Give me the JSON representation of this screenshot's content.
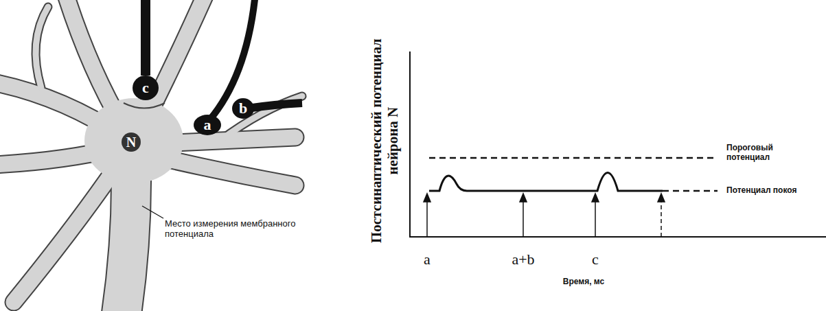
{
  "diagram": {
    "nodes": [
      {
        "text": [
          "c"
        ]
      },
      {
        "text": [
          "b"
        ]
      },
      {
        "text": [
          "a"
        ]
      },
      {
        "text": [
          "N"
        ]
      }
    ],
    "labels": [
      "Место измерения мембранного потенциала",
      "Постсинаптический потенциал нейрона N",
      "Пороговый потенциал",
      "Потенциал покоя",
      "a",
      "a+b",
      "c",
      "Время, мс"
    ]
  }
}
